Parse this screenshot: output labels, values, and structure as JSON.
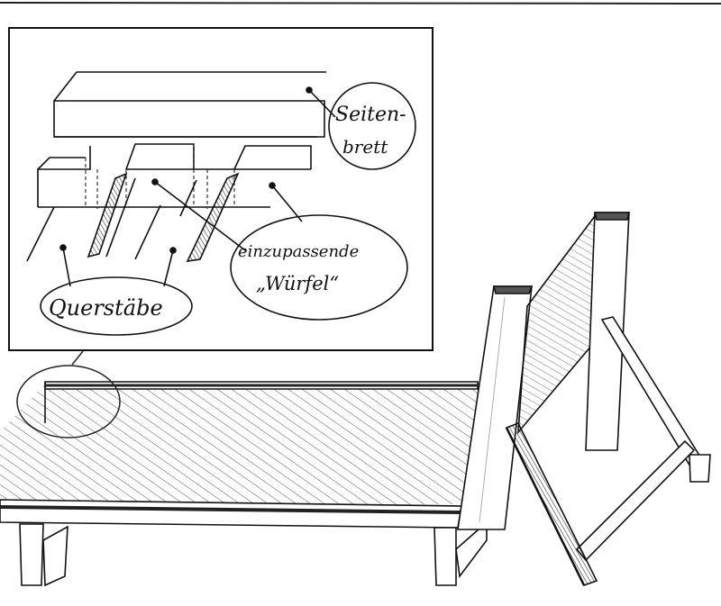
{
  "labels": {
    "side_board_line1": "Seiten-",
    "side_board_line2": "brett",
    "cubes_line1": "einzupassende",
    "cubes_line2": "„Würfel“",
    "cross_bars": "Querstäbe"
  },
  "colors": {
    "ink": "#111111",
    "paper": "#ffffff",
    "hatch": "#555555"
  }
}
